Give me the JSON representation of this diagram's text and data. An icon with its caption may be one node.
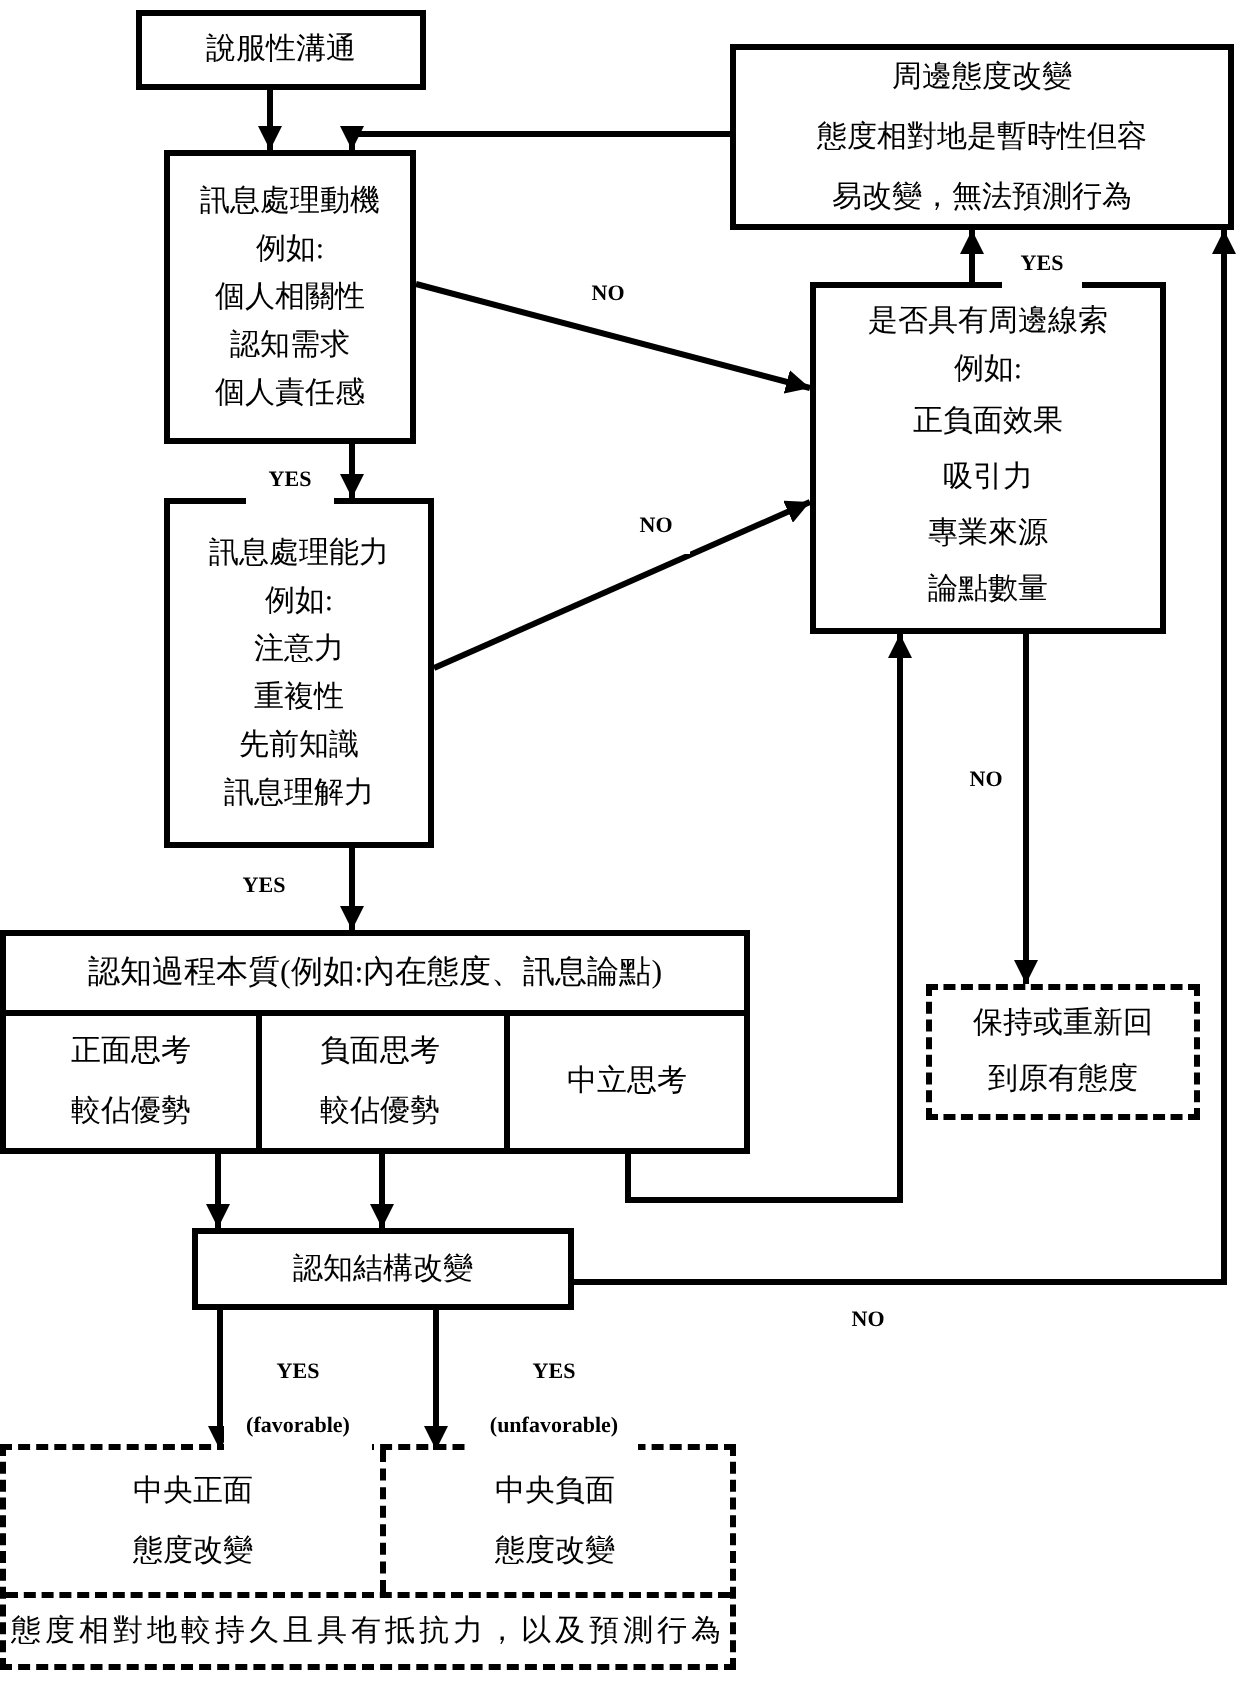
{
  "diagram": {
    "nodes": [
      {
        "text": [
          "說服性溝通"
        ]
      },
      {
        "text": [
          "訊息處理動機",
          "例如:",
          "個人相關性",
          "認知需求",
          "個人責任感"
        ]
      },
      {
        "text": [
          "訊息處理能力",
          "例如:",
          "注意力",
          "重複性",
          "先前知識",
          "訊息理解力"
        ]
      },
      {
        "text": [
          "認知過程本質(例如:內在態度、訊息論點)"
        ]
      },
      {
        "text": [
          "正面思考較佔優勢"
        ],
        "in": 3
      },
      {
        "text": [
          "負面思考較佔優勢"
        ],
        "in": 3
      },
      {
        "text": [
          "中立思考"
        ],
        "in": 3
      },
      {
        "text": [
          "認知結構改變"
        ]
      },
      {
        "text": [],
        "shape": "box"
      },
      {
        "text": [
          "中央正面態度改變"
        ],
        "in": 8
      },
      {
        "text": [
          "中央負面態度改變"
        ],
        "in": 8
      },
      {
        "text": [
          "態度相對地較持久且具有抵抗力，以及預測行為"
        ],
        "in": 8
      },
      {
        "text": [
          "周邊態度改變",
          "態度相對地是暫時性但容易改變，無法預測行為"
        ]
      },
      {
        "text": [
          "是否具有周邊線索",
          "例如:",
          "正負面效果",
          "吸引力",
          "專業來源",
          "論點數量"
        ]
      },
      {
        "text": [
          "保持或重新回到原有態度"
        ]
      }
    ],
    "edges": [
      {
        "from": 0,
        "to": 1,
        "arrow": "to"
      },
      {
        "from": 1,
        "to": 2,
        "arrow": "to",
        "label": "YES"
      },
      {
        "from": 2,
        "to": 3,
        "arrow": "to",
        "label": "YES"
      },
      {
        "from": 1,
        "to": 13,
        "arrow": "to",
        "label": "NO"
      },
      {
        "from": 2,
        "to": 13,
        "arrow": "to",
        "label": "NO"
      },
      {
        "from": 13,
        "to": 12,
        "arrow": "to",
        "label": "YES"
      },
      {
        "from": 13,
        "to": 14,
        "arrow": "to",
        "label": "NO"
      },
      {
        "from": 6,
        "to": 13,
        "arrow": "to"
      },
      {
        "from": 4,
        "to": 7,
        "arrow": "to"
      },
      {
        "from": 5,
        "to": 7,
        "arrow": "to"
      },
      {
        "from": 7,
        "to": 12,
        "arrow": "to",
        "label": "NO"
      },
      {
        "from": 12,
        "to": 1,
        "arrow": "to"
      },
      {
        "from": 7,
        "to": 9,
        "arrow": "to",
        "label": "YES (favorable)"
      },
      {
        "from": 7,
        "to": 10,
        "arrow": "to",
        "label": "YES (unfavorable)"
      }
    ]
  }
}
